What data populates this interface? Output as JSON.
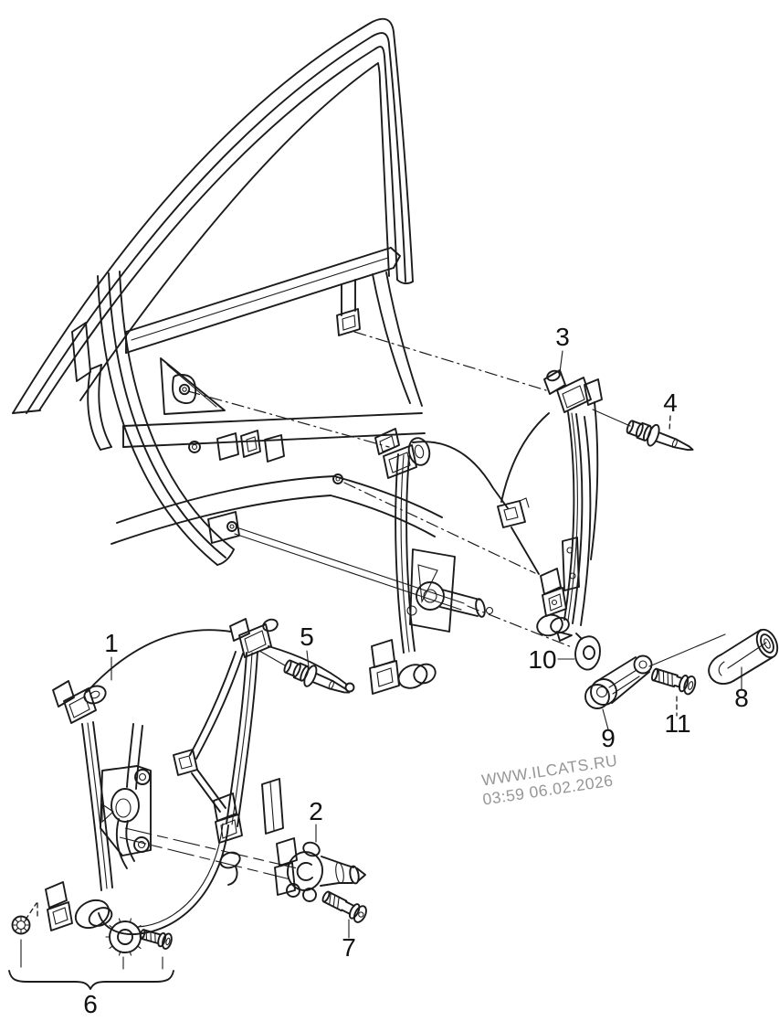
{
  "diagram": {
    "background_color": "#ffffff",
    "line_color": "#1b1b1b",
    "labels": [
      {
        "number": "1"
      },
      {
        "number": "2"
      },
      {
        "number": "3"
      },
      {
        "number": "4"
      },
      {
        "number": "5"
      },
      {
        "number": "6"
      },
      {
        "number": "7"
      },
      {
        "number": "8"
      },
      {
        "number": "9"
      },
      {
        "number": "10"
      },
      {
        "number": "11"
      }
    ],
    "watermark": {
      "line1": "WWW.ILCATS.RU",
      "line2": "03:59 06.02.2026",
      "color": "#969696"
    }
  }
}
